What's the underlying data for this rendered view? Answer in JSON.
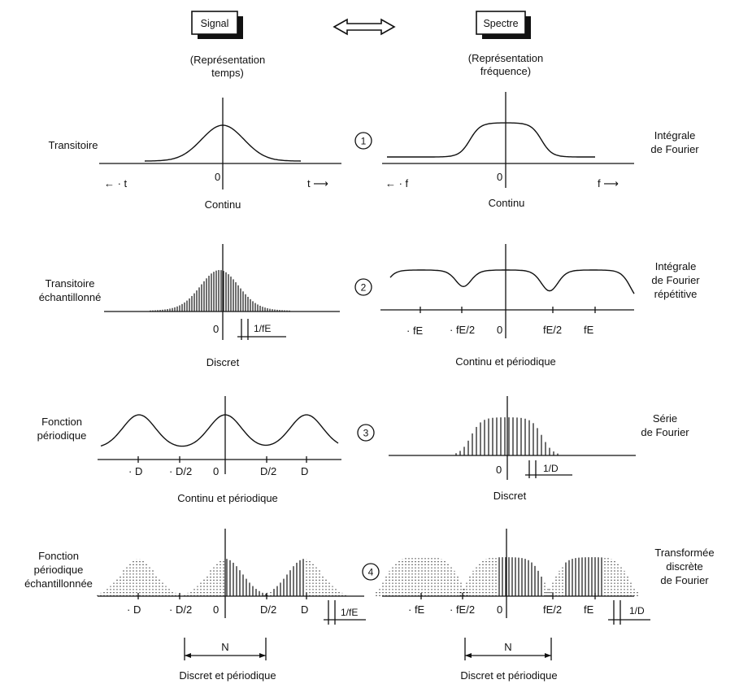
{
  "header": {
    "signal_label": "Signal",
    "spectre_label": "Spectre",
    "signal_sub_1": "(Représentation",
    "signal_sub_2": "temps)",
    "spectre_sub_1": "(Représentation",
    "spectre_sub_2": "fréquence)"
  },
  "rows": [
    {
      "number": "1",
      "left_label": [
        "Transitoire"
      ],
      "right_label": [
        "Intégrale",
        "de Fourier"
      ],
      "signal_caption": "Continu",
      "spectre_caption": "Continu",
      "signal_ticks": [
        "0"
      ],
      "spectre_ticks": [
        "0"
      ],
      "signal_axis_neg": "← · t",
      "signal_axis_pos": "t ⟶",
      "spectre_axis_neg": "← · f",
      "spectre_axis_pos": "f ⟶"
    },
    {
      "number": "2",
      "left_label": [
        "Transitoire",
        "échantillonné"
      ],
      "right_label": [
        "Intégrale",
        "de Fourier",
        "répétitive"
      ],
      "signal_caption": "Discret",
      "spectre_caption": "Continu et périodique",
      "signal_ticks": [
        "0"
      ],
      "signal_period": "1/fE",
      "spectre_ticks": [
        "· fE",
        "· fE/2",
        "0",
        "fE/2",
        "fE"
      ]
    },
    {
      "number": "3",
      "left_label": [
        "Fonction",
        "périodique"
      ],
      "right_label": [
        "Série",
        "de Fourier"
      ],
      "signal_caption": "Continu et périodique",
      "spectre_caption": "Discret",
      "signal_ticks": [
        "· D",
        "· D/2",
        "0",
        "D/2",
        "D"
      ],
      "spectre_ticks": [
        "0"
      ],
      "spectre_period": "1/D"
    },
    {
      "number": "4",
      "left_label": [
        "Fonction",
        "périodique",
        "échantillonnée"
      ],
      "right_label": [
        "Transformée",
        "discrète",
        "de Fourier"
      ],
      "signal_caption": "Discret et périodique",
      "spectre_caption": "Discret et périodique",
      "signal_ticks": [
        "· D",
        "· D/2",
        "0",
        "D/2",
        "D"
      ],
      "signal_period": "1/fE",
      "spectre_ticks": [
        "· fE",
        "· fE/2",
        "0",
        "fE/2",
        "fE"
      ],
      "spectre_period": "1/D",
      "span_label": "N"
    }
  ]
}
